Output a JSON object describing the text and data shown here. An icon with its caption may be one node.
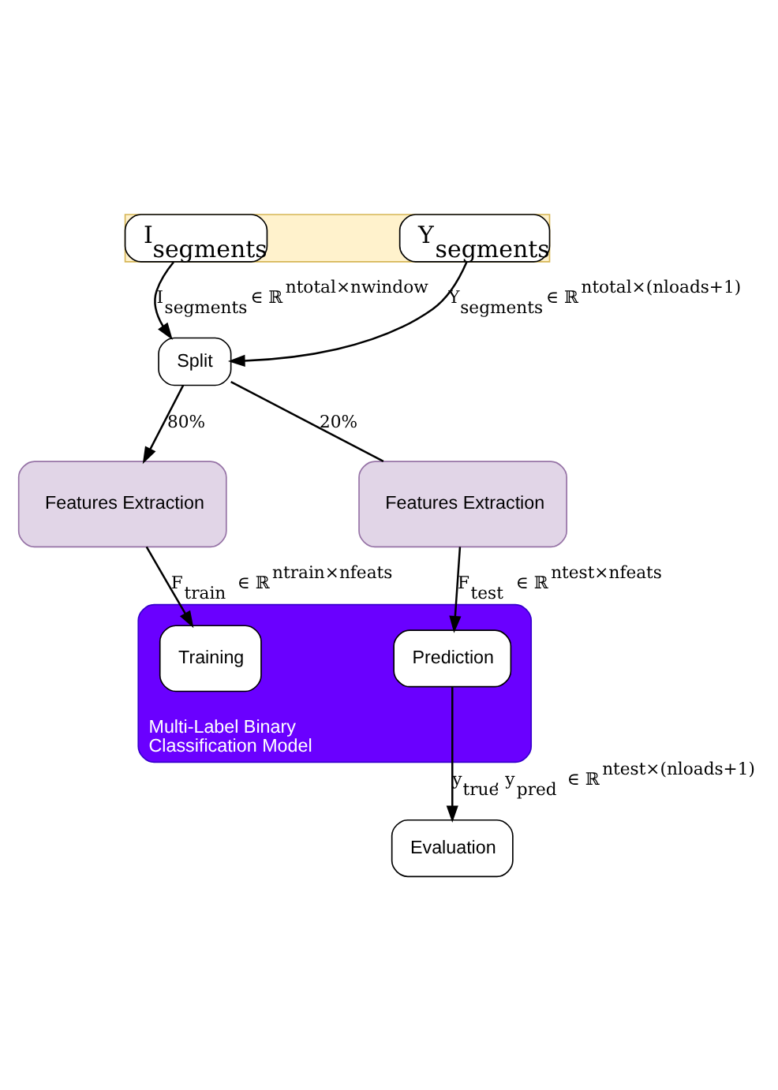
{
  "diagram": {
    "nodes": [
      {
        "text": [],
        "shape": "parallelogram"
      },
      {
        "text": [
          "I$_{segments}$"
        ],
        "in": 0
      },
      {
        "text": [
          "Y$_{segments}$"
        ],
        "in": 0
      },
      {
        "text": [
          "Split"
        ]
      },
      {
        "text": [
          "Features Extraction"
        ]
      },
      {
        "text": [
          "Features Extraction"
        ]
      },
      {
        "text": [
          "Multi-Label Binary Classification Model"
        ]
      },
      {
        "text": [
          "Training"
        ],
        "in": 6
      },
      {
        "text": [
          "Prediction"
        ],
        "in": 6
      },
      {
        "text": [
          "Evaluation"
        ]
      }
    ],
    "edges": [
      {
        "from": 1,
        "to": 3,
        "arrow": "to",
        "label": "I$_{segments}$ ∈ ℝ$^{ntotal×nwindow}$"
      },
      {
        "from": 2,
        "to": 3,
        "arrow": "to",
        "label": "Y$_{segments}$ ∈ ℝ$^{ntotal×(nloads+1)}$"
      },
      {
        "from": 3,
        "to": 4,
        "arrow": "to",
        "label": "80%"
      },
      {
        "from": 3,
        "to": 5,
        "arrow": "none",
        "label": "20%"
      },
      {
        "from": 4,
        "to": 7,
        "arrow": "to",
        "label": "F$_{train}$ ∈ ℝ$^{ntrain×nfeats}$"
      },
      {
        "from": 5,
        "to": 8,
        "arrow": "to",
        "label": "F$_{test}$ ∈ ℝ$^{ntest×nfeats}$"
      },
      {
        "from": 8,
        "to": 9,
        "arrow": "to",
        "label": "y$_{true}$, y$_{pred}$ ∈ ℝ$^{ntest×(nloads+1)}$"
      }
    ]
  }
}
